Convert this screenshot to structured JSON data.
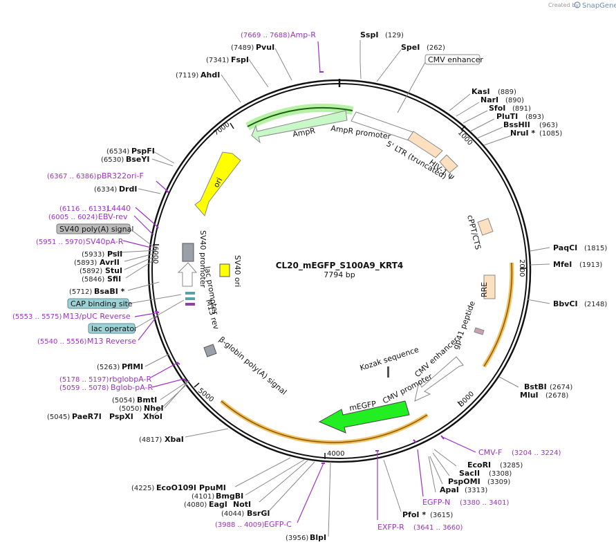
{
  "brand": {
    "created_by": "Created by",
    "name": "SnapGene"
  },
  "plasmid": {
    "name": "CL20_mEGFP_S100A9_KRT4",
    "length_label": "7794 bp",
    "length": 7794
  },
  "ticks": [
    "1000",
    "2000",
    "3000",
    "4000",
    "5000",
    "6000",
    "7000"
  ],
  "enzymes": [
    {
      "name": "SspI",
      "pos": "(129)",
      "side": "right"
    },
    {
      "name": "SpeI",
      "pos": "(262)",
      "side": "right"
    },
    {
      "name": "KasI",
      "pos": "(889)",
      "side": "right"
    },
    {
      "name": "NarI",
      "pos": "(890)",
      "side": "right"
    },
    {
      "name": "SfoI",
      "pos": "(891)",
      "side": "right"
    },
    {
      "name": "PluTI",
      "pos": "(893)",
      "side": "right"
    },
    {
      "name": "BssHII",
      "pos": "(963)",
      "side": "right"
    },
    {
      "name": "NruI *",
      "pos": "(1085)",
      "side": "right"
    },
    {
      "name": "PaqCI",
      "pos": "(1815)",
      "side": "right"
    },
    {
      "name": "MfeI",
      "pos": "(1913)",
      "side": "right"
    },
    {
      "name": "BbvCI",
      "pos": "(2148)",
      "side": "right"
    },
    {
      "name": "BstBI",
      "pos": "(2674)",
      "side": "right"
    },
    {
      "name": "MluI",
      "pos": "(2678)",
      "side": "right"
    },
    {
      "name": "EcoRI",
      "pos": "(3285)",
      "side": "right"
    },
    {
      "name": "SacII",
      "pos": "(3308)",
      "side": "right"
    },
    {
      "name": "PspOMI",
      "pos": "(3309)",
      "side": "right"
    },
    {
      "name": "ApaI",
      "pos": "(3313)",
      "side": "right"
    },
    {
      "name": "PfoI *",
      "pos": "(3615)",
      "side": "right"
    },
    {
      "name": "BlpI",
      "pos": "(3956)",
      "side": "left"
    },
    {
      "name": "BsrGI",
      "pos": "(4044)",
      "side": "left"
    },
    {
      "name": "EagI",
      "pos": "(4080)",
      "side": "left"
    },
    {
      "name": "NotI",
      "pos": "",
      "side": "left"
    },
    {
      "name": "BmgBI",
      "pos": "(4101)",
      "side": "left"
    },
    {
      "name": "EcoO109I",
      "pos": "(4225)",
      "side": "left"
    },
    {
      "name": "PpuMI",
      "pos": "",
      "side": "left"
    },
    {
      "name": "XbaI",
      "pos": "(4817)",
      "side": "left"
    },
    {
      "name": "PaeR7I",
      "pos": "(5045)",
      "side": "left"
    },
    {
      "name": "PspXI",
      "pos": "",
      "side": "left"
    },
    {
      "name": "XhoI",
      "pos": "",
      "side": "left"
    },
    {
      "name": "NheI",
      "pos": "(5050)",
      "side": "left"
    },
    {
      "name": "BmtI",
      "pos": "(5054)",
      "side": "left"
    },
    {
      "name": "PflMI",
      "pos": "(5263)",
      "side": "left"
    },
    {
      "name": "BsaBI *",
      "pos": "(5712)",
      "side": "left"
    },
    {
      "name": "SfiI",
      "pos": "(5846)",
      "side": "left"
    },
    {
      "name": "StuI",
      "pos": "(5892)",
      "side": "left"
    },
    {
      "name": "AvrII",
      "pos": "(5893)",
      "side": "left"
    },
    {
      "name": "PsiI",
      "pos": "(5933)",
      "side": "left"
    },
    {
      "name": "DrdI",
      "pos": "(6334)",
      "side": "left"
    },
    {
      "name": "BseYI",
      "pos": "(6530)",
      "side": "left"
    },
    {
      "name": "PspFI",
      "pos": "(6534)",
      "side": "left"
    },
    {
      "name": "AhdI",
      "pos": "(7119)",
      "side": "left"
    },
    {
      "name": "FspI",
      "pos": "(7341)",
      "side": "left"
    },
    {
      "name": "PvuI",
      "pos": "(7489)",
      "side": "left"
    }
  ],
  "primers": [
    {
      "name": "Amp-R",
      "range": "(7669 .. 7688)"
    },
    {
      "name": "pBR322ori-F",
      "range": "(6367 .. 6386)"
    },
    {
      "name": "L4440",
      "range": "(6116 .. 6133)"
    },
    {
      "name": "EBV-rev",
      "range": "(6005 .. 6024)"
    },
    {
      "name": "SV40pA-R",
      "range": "(5951 .. 5970)"
    },
    {
      "name": "M13/pUC Reverse",
      "range": "(5553 .. 5575)"
    },
    {
      "name": "M13 Reverse",
      "range": "(5540 .. 5556)"
    },
    {
      "name": "rbglobpA-R",
      "range": "(5178 .. 5197)"
    },
    {
      "name": "Bglob-pA-R",
      "range": "(5059 .. 5078)"
    },
    {
      "name": "CMV-F",
      "range": "(3204 .. 3224)"
    },
    {
      "name": "EGFP-N",
      "range": "(3380 .. 3401)"
    },
    {
      "name": "EXFP-R",
      "range": "(3641 .. 3660)"
    },
    {
      "name": "EGFP-C",
      "range": "(3988 .. 4009)"
    }
  ],
  "boxed_features": [
    {
      "name": "CMV enhancer",
      "style": "white"
    },
    {
      "name": "SV40 poly(A) signal",
      "style": "gray"
    },
    {
      "name": "CAP binding site",
      "style": "teal"
    },
    {
      "name": "lac operator",
      "style": "teal"
    }
  ],
  "inner_features": [
    {
      "name": "AmpR promoter"
    },
    {
      "name": "AmpR"
    },
    {
      "name": "5' LTR (truncated)"
    },
    {
      "name": "HIV-1 Ψ"
    },
    {
      "name": "ori"
    },
    {
      "name": "cPPT/CTS"
    },
    {
      "name": "RRE"
    },
    {
      "name": "gp41 peptide"
    },
    {
      "name": "SV40 promoter"
    },
    {
      "name": "SV40 ori"
    },
    {
      "name": "lac promoter"
    },
    {
      "name": "M13 rev"
    },
    {
      "name": "β-globin poly(A) signal"
    },
    {
      "name": "Kozak sequence"
    },
    {
      "name": "CMV enhancer"
    },
    {
      "name": "CMV promoter"
    },
    {
      "name": "mEGFP"
    }
  ],
  "colors": {
    "ampr": "#c8f7c8",
    "ori": "#ffff00",
    "ltr": "#fde0c0",
    "mEGFP": "#22ee22",
    "primer": "#9b30c8",
    "highlight": "#f2c060",
    "rre": "#fde0c0",
    "gp41": "#c9a0b4",
    "teal_box": "#9ed1d6",
    "gray_box": "#bbbbbb"
  }
}
